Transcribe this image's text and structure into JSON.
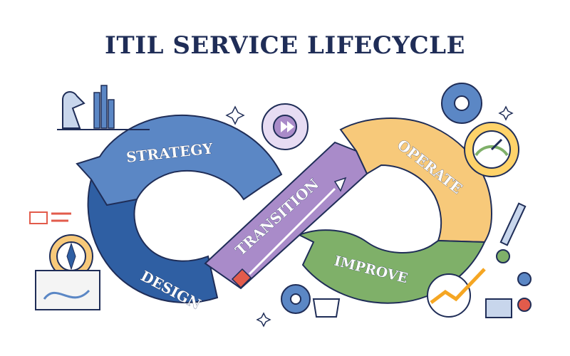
{
  "title": "ITIL SERVICE LIFECYCLE",
  "stages": {
    "strategy": "STRATEGY",
    "design": "DESIGN",
    "transition": "TRANSITION",
    "operate": "OPERATE",
    "improve": "IMPROVE"
  },
  "colors": {
    "strategy": "#5b87c5",
    "design": "#2f5fa3",
    "transition": "#a98bc9",
    "operate": "#f7c97a",
    "improve": "#7fb069",
    "outline": "#1f2d57",
    "accent_red": "#e25b4b"
  }
}
